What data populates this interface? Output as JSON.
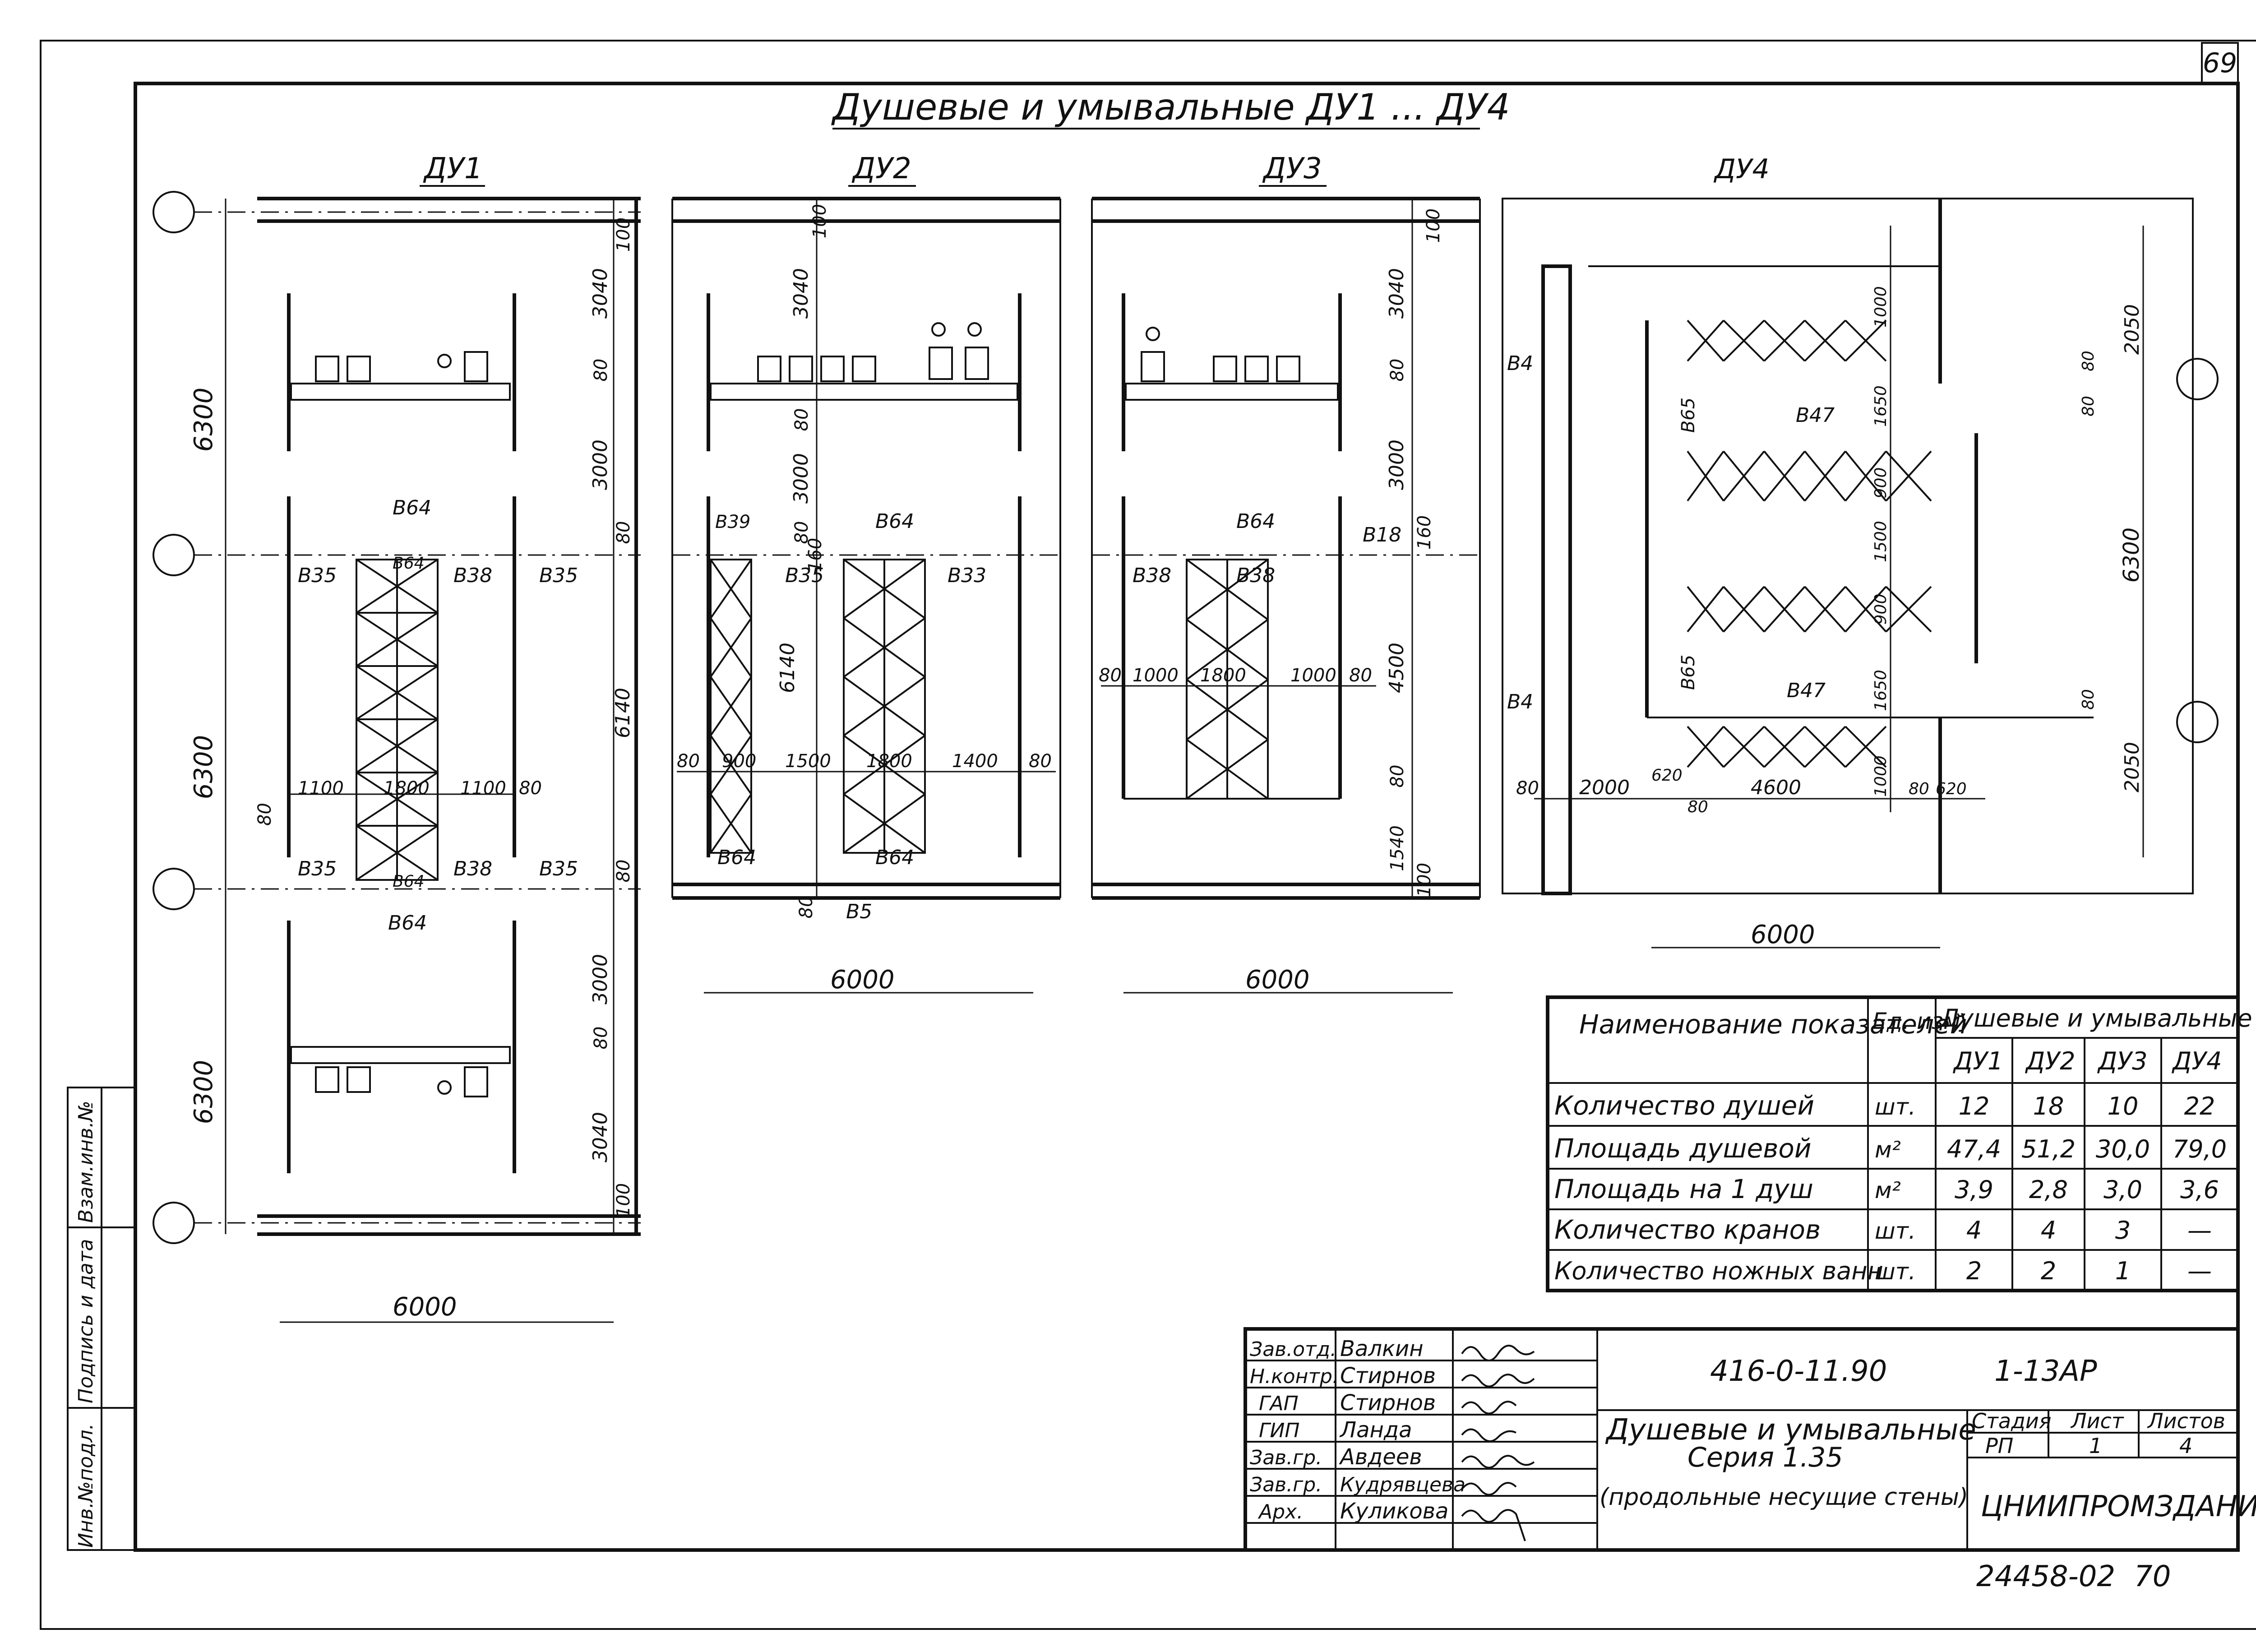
{
  "sheet": {
    "page_number": "69",
    "main_title": "Душевые и умывальные ДУ1 ... ДУ4"
  },
  "plans": [
    {
      "title": "ДУ1",
      "width_dim": "6000",
      "height_dims": [
        "6300",
        "6300",
        "6300"
      ],
      "right_dims": [
        "100",
        "3040",
        "80",
        "3000",
        "80",
        "6140",
        "80",
        "3000",
        "80",
        "3040",
        "100"
      ],
      "inner_dims": [
        "1100",
        "1800",
        "1100",
        "80",
        "80"
      ],
      "labels": [
        "В64",
        "В64",
        "В35",
        "В38",
        "В35",
        "В35",
        "В38",
        "В35",
        "В64",
        "В64"
      ]
    },
    {
      "title": "ДУ2",
      "width_dim": "6000",
      "right_dims": [
        "100",
        "3040",
        "80",
        "3000",
        "80",
        "160",
        "80"
      ],
      "inner_dims": [
        "80",
        "900",
        "1500",
        "1800",
        "1400",
        "80",
        "6140"
      ],
      "labels": [
        "В39",
        "В64",
        "В35",
        "В33",
        "В64",
        "В64",
        "В5"
      ]
    },
    {
      "title": "ДУ3",
      "width_dim": "6000",
      "right_dims": [
        "100",
        "3040",
        "80",
        "3000",
        "160",
        "4500",
        "80",
        "1540",
        "100"
      ],
      "inner_dims": [
        "80",
        "1000",
        "1800",
        "1000",
        "80"
      ],
      "labels": [
        "В64",
        "В18",
        "В38",
        "В38"
      ]
    },
    {
      "title": "ДУ4",
      "width_dim": "6000",
      "right_dims": [
        "2050",
        "6300",
        "2050",
        "80",
        "80",
        "80"
      ],
      "inner_dims": [
        "1000",
        "1650",
        "900",
        "1500",
        "900",
        "1650",
        "1000",
        "80",
        "2000",
        "620",
        "4600",
        "80",
        "620",
        "80"
      ],
      "labels": [
        "В4",
        "В4",
        "В47",
        "В47",
        "В65",
        "В65"
      ]
    }
  ],
  "table": {
    "header_name": "Наименование показателей",
    "header_unit": "Ед. изм.",
    "header_group": "Душевые и умывальные",
    "columns": [
      "ДУ1",
      "ДУ2",
      "ДУ3",
      "ДУ4"
    ],
    "rows": [
      {
        "name": "Количество душей",
        "unit": "шт.",
        "values": [
          "12",
          "18",
          "10",
          "22"
        ]
      },
      {
        "name": "Площадь душевой",
        "unit": "м²",
        "values": [
          "47,4",
          "51,2",
          "30,0",
          "79,0"
        ]
      },
      {
        "name": "Площадь на 1 душ",
        "unit": "м²",
        "values": [
          "3,9",
          "2,8",
          "3,0",
          "3,6"
        ]
      },
      {
        "name": "Количество кранов",
        "unit": "шт.",
        "values": [
          "4",
          "4",
          "3",
          "—"
        ]
      },
      {
        "name": "Количество ножных ванн",
        "unit": "шт.",
        "values": [
          "2",
          "2",
          "1",
          "—"
        ]
      }
    ]
  },
  "title_block": {
    "code": "416-0-11.90",
    "sheet_code": "1-13АР",
    "title_line1": "Душевые и умывальные",
    "title_line2": "Серия 1.35",
    "title_line3": "(продольные несущие стены)",
    "stage_label": "Стадия",
    "sheet_label": "Лист",
    "sheets_label": "Листов",
    "stage": "РП",
    "sheet": "1",
    "sheets": "4",
    "org": "ЦНИИПРОМЗДАНИЙ",
    "roles": [
      {
        "role": "Зав.отд.",
        "name": "Валкин"
      },
      {
        "role": "Н.контр.",
        "name": "Стирнов"
      },
      {
        "role": "ГАП",
        "name": "Стирнов"
      },
      {
        "role": "ГИП",
        "name": "Ланда"
      },
      {
        "role": "Зав.гр.",
        "name": "Авдеев"
      },
      {
        "role": "Зав.гр.",
        "name": "Кудрявцева"
      },
      {
        "role": "Арх.",
        "name": "Куликова"
      }
    ],
    "archive_number": "24458-02",
    "archive_page": "70"
  },
  "left_stamp": [
    "Инв.№подл.",
    "Подпись и дата",
    "Взам.инв.№"
  ]
}
